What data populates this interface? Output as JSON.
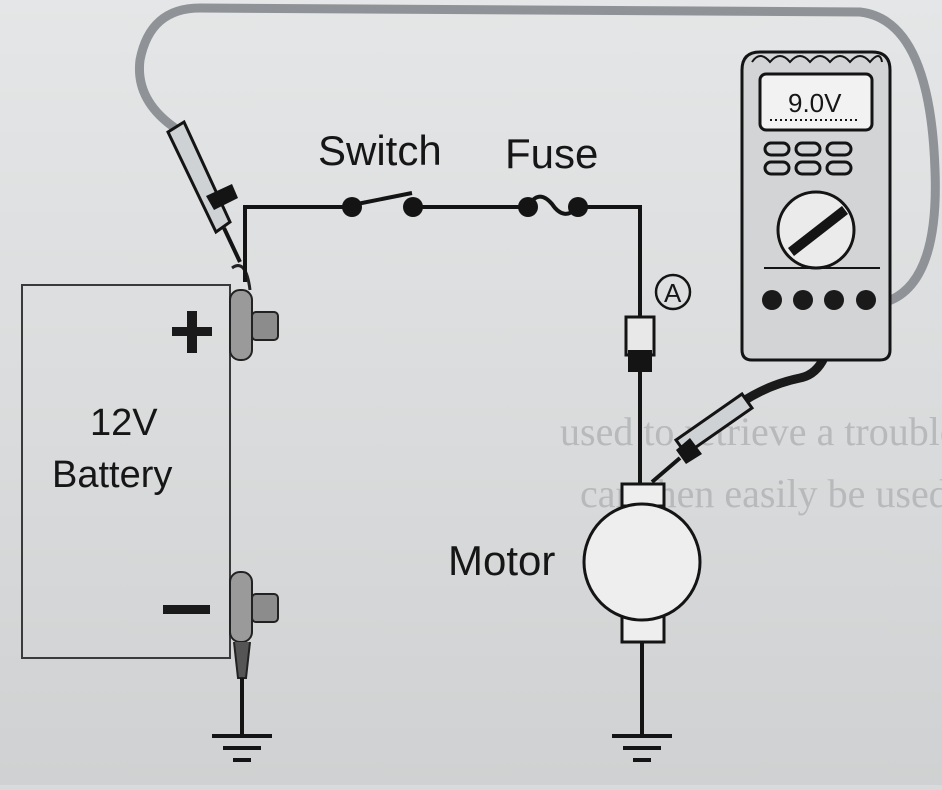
{
  "diagram": {
    "switch_label": "Switch",
    "fuse_label": "Fuse",
    "motor_label": "Motor",
    "battery_label_line1": "12V",
    "battery_label_line2": "Battery",
    "positive_symbol": "+",
    "negative_symbol": "−",
    "test_point_label": "A",
    "meter_reading": "9.0V"
  },
  "background_text": {
    "line1": "used to retrieve a trouble code from the system",
    "line2": "can then easily be used to view live data values"
  }
}
